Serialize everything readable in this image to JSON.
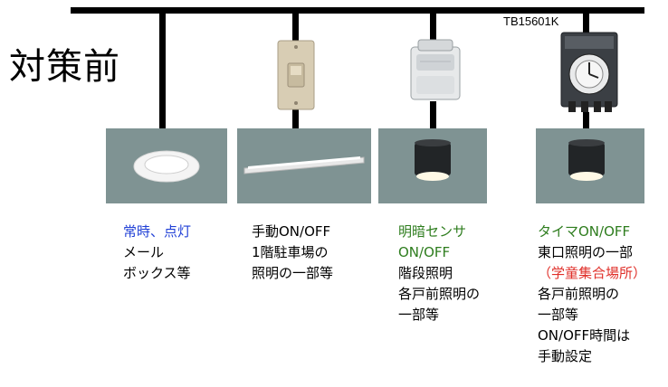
{
  "title": "対策前",
  "timer_model": "TB15601K",
  "fixtures": [
    {
      "id": "always-on",
      "lines": [
        "常時、点灯",
        "メール",
        "ボックス等"
      ]
    },
    {
      "id": "manual",
      "lines": [
        "手動ON/OFF",
        "1階駐車場の",
        "照明の一部等"
      ]
    },
    {
      "id": "light-sensor",
      "lines": [
        "明暗センサ",
        "ON/OFF",
        "階段照明",
        "各戸前照明の",
        "一部等"
      ]
    },
    {
      "id": "timer",
      "lines": [
        "タイマON/OFF",
        "東口照明の一部",
        "（学童集合場所）",
        "各戸前照明の",
        "一部等",
        "ON/OFF時間は",
        "手動設定"
      ]
    }
  ],
  "colors": {
    "blue_text": "#1f3fd6",
    "green_text": "#2e7d1e",
    "red_text": "#e0302a",
    "photo_bg": "#7f9393"
  }
}
